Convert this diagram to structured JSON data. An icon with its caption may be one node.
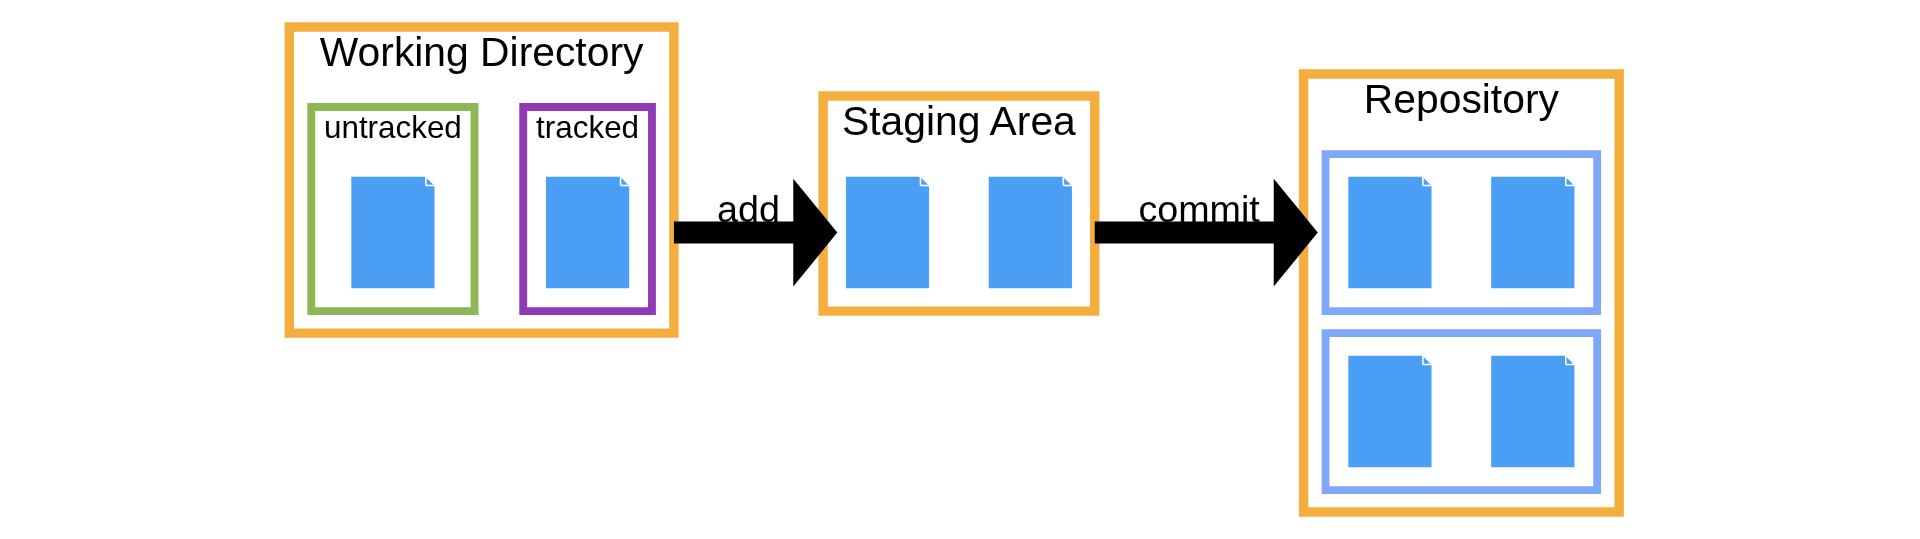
{
  "diagram": {
    "nodes": [
      {
        "text": [
          "Working Directory"
        ]
      },
      {
        "text": [
          "untracked"
        ],
        "in": 0
      },
      {
        "text": [],
        "shape": "document",
        "in": 1
      },
      {
        "text": [
          "tracked"
        ],
        "in": 0
      },
      {
        "text": [],
        "shape": "document",
        "in": 3
      },
      {
        "text": [
          "Staging Area"
        ]
      },
      {
        "text": [],
        "shape": "document",
        "in": 5
      },
      {
        "text": [],
        "shape": "document",
        "in": 5
      },
      {
        "text": [
          "Repository"
        ]
      },
      {
        "text": [],
        "shape": "box",
        "in": 8
      },
      {
        "text": [],
        "shape": "document",
        "in": 9
      },
      {
        "text": [],
        "shape": "document",
        "in": 9
      },
      {
        "text": [],
        "shape": "box",
        "in": 8
      },
      {
        "text": [],
        "shape": "document",
        "in": 12
      },
      {
        "text": [],
        "shape": "document",
        "in": 12
      }
    ],
    "edges": [
      {
        "from": 0,
        "to": 5,
        "arrow": "to",
        "label": "add"
      },
      {
        "from": 5,
        "to": 8,
        "arrow": "to",
        "label": "commit"
      }
    ]
  }
}
